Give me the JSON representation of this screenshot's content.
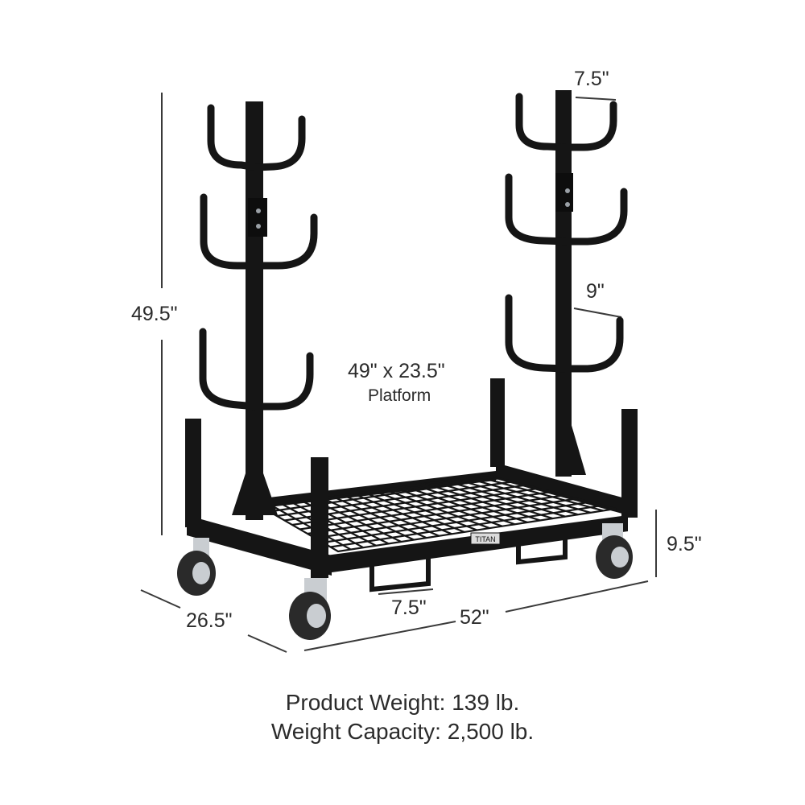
{
  "dimensions": {
    "height": "49.5\"",
    "top_hook_width": "7.5\"",
    "hook_depth": "9\"",
    "platform_size": "49\" x 23.5\"",
    "platform_word": "Platform",
    "clearance_height": "9.5\"",
    "depth": "26.5\"",
    "length": "52\"",
    "fork_pocket_width": "7.5\""
  },
  "caption": {
    "weight": "Product Weight: 139 lb.",
    "capacity": "Weight Capacity: 2,500 lb."
  },
  "badge": "TITAN",
  "colors": {
    "frame": "#151515",
    "wheel": "#2a2a2a",
    "metal": "#c9cdd1",
    "line": "#3a3a3a"
  }
}
